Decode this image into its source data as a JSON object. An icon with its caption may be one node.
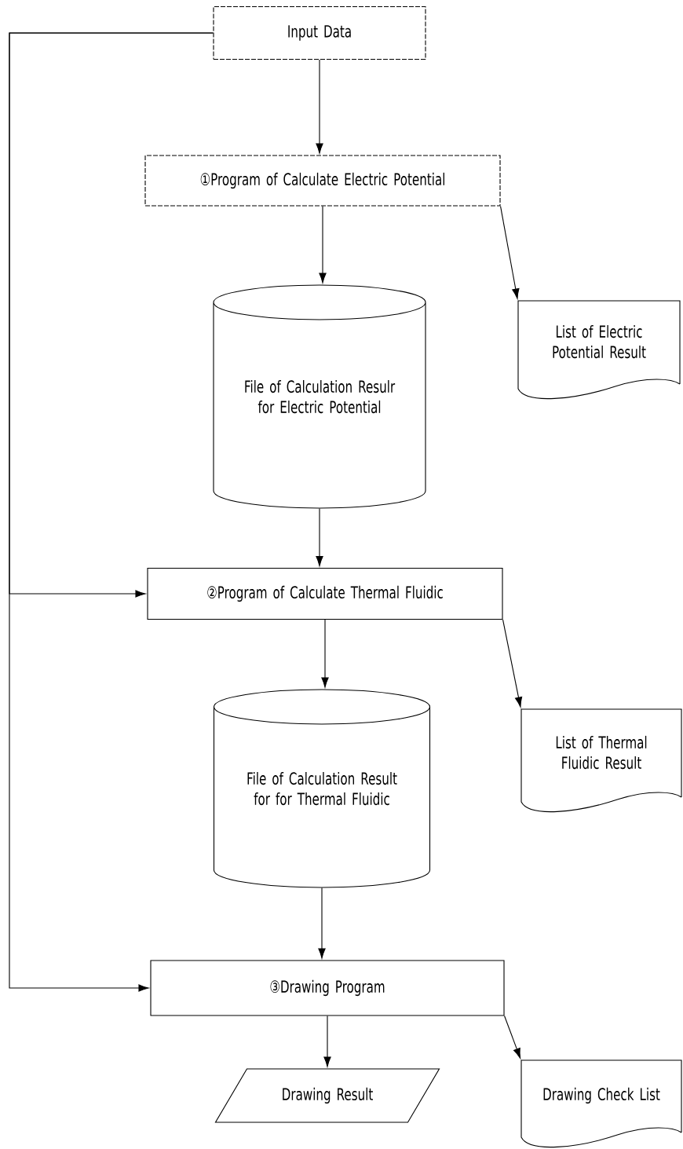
{
  "diagram": {
    "nodes": [
      {
        "text": [
          "Input Data"
        ]
      },
      {
        "text": [
          "①Program of Calculate Electric Potential"
        ]
      },
      {
        "text": [
          "File of Calculation Resulr for Electric Potential"
        ]
      },
      {
        "text": [
          "List of Electric Potential Result"
        ]
      },
      {
        "text": [
          "②Program of Calculate Thermal Fluidic"
        ]
      },
      {
        "text": [
          "File of Calculation Result for for Thermal Fluidic"
        ]
      },
      {
        "text": [
          "List of Thermal Fluidic Result"
        ]
      },
      {
        "text": [
          "③Drawing Program"
        ]
      },
      {
        "text": [
          "Drawing Result"
        ]
      },
      {
        "text": [
          "Drawing Check List"
        ]
      }
    ],
    "edges": [
      {
        "from": 0,
        "to": 1,
        "arrow": "to"
      },
      {
        "from": 1,
        "to": 2,
        "arrow": "to"
      },
      {
        "from": 1,
        "to": 3,
        "arrow": "to"
      },
      {
        "from": 2,
        "to": 4,
        "arrow": "to"
      },
      {
        "from": 0,
        "to": 4,
        "arrow": "to"
      },
      {
        "from": 4,
        "to": 5,
        "arrow": "to"
      },
      {
        "from": 4,
        "to": 6,
        "arrow": "to"
      },
      {
        "from": 5,
        "to": 7,
        "arrow": "to"
      },
      {
        "from": 0,
        "to": 7,
        "arrow": "to"
      },
      {
        "from": 7,
        "to": 8,
        "arrow": "to"
      },
      {
        "from": 7,
        "to": 9,
        "arrow": "to"
      }
    ]
  }
}
